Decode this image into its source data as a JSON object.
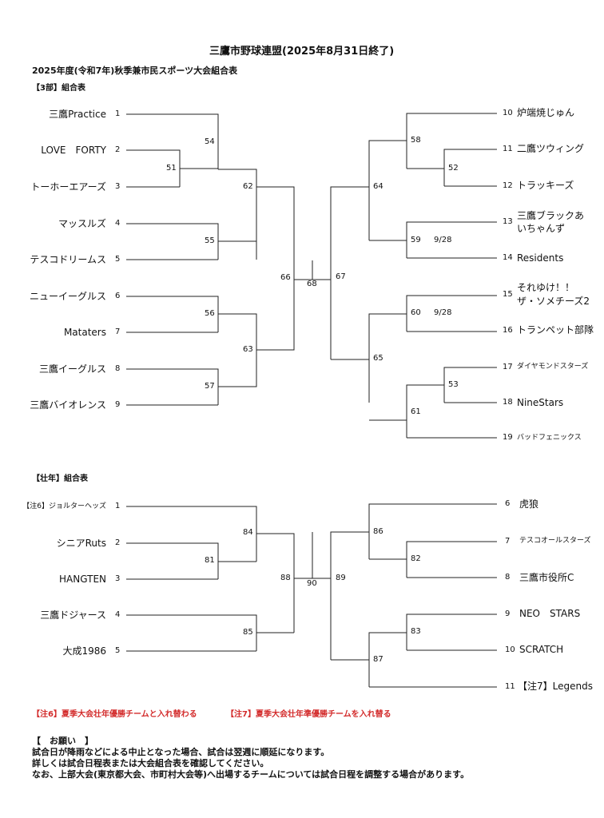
{
  "header": {
    "title": "三鷹市野球連盟(2025年8月31日終了)",
    "subtitle": "2025年度(令和7年)秋季兼市民スポーツ大会組合表"
  },
  "div3": {
    "section": "【3部】組合表",
    "left": [
      {
        "no": "1",
        "name": "三鷹Practice"
      },
      {
        "no": "2",
        "name": "LOVE　FORTY"
      },
      {
        "no": "3",
        "name": "トーホーエアーズ"
      },
      {
        "no": "4",
        "name": "マッスルズ"
      },
      {
        "no": "5",
        "name": "テスコドリームス"
      },
      {
        "no": "6",
        "name": "ニューイーグルス"
      },
      {
        "no": "7",
        "name": "Mataters"
      },
      {
        "no": "8",
        "name": "三鷹イーグルス"
      },
      {
        "no": "9",
        "name": "三鷹バイオレンス"
      }
    ],
    "right": [
      {
        "no": "10",
        "name": "炉端焼じゅん"
      },
      {
        "no": "11",
        "name": "二鷹ツウィング"
      },
      {
        "no": "12",
        "name": "トラッキーズ"
      },
      {
        "no": "13",
        "name": "三鷹ブラックあ",
        "name2": "いちゃんず"
      },
      {
        "no": "14",
        "name": "Residents"
      },
      {
        "no": "15",
        "name": "それゆけ！！",
        "name2": "ザ・ソメチーズ2"
      },
      {
        "no": "16",
        "name": "トランペット部隊"
      },
      {
        "no": "17",
        "name": "ダイヤモンドスターズ"
      },
      {
        "no": "18",
        "name": "NineStars"
      },
      {
        "no": "19",
        "name": "バッドフェニックス"
      }
    ],
    "matches": {
      "m51": "51",
      "m52": "52",
      "m53": "53",
      "m54": "54",
      "m55": "55",
      "m56": "56",
      "m57": "57",
      "m58": "58",
      "m59": "59",
      "m60": "60",
      "m61": "61",
      "m62": "62",
      "m63": "63",
      "m64": "64",
      "m65": "65",
      "m66": "66",
      "m67": "67",
      "m68": "68"
    },
    "dates": {
      "m59": "9/28",
      "m60": "9/28"
    }
  },
  "masters": {
    "section": "【壮年】組合表",
    "left": [
      {
        "no": "1",
        "name": "【注6】ジョルターヘッズ"
      },
      {
        "no": "2",
        "name": "シニアRuts"
      },
      {
        "no": "3",
        "name": "HANGTEN"
      },
      {
        "no": "4",
        "name": "三鷹ドジャース"
      },
      {
        "no": "5",
        "name": "大成1986"
      }
    ],
    "right": [
      {
        "no": "6",
        "name": "虎狼"
      },
      {
        "no": "7",
        "name": "テスコオールスターズ"
      },
      {
        "no": "8",
        "name": "三鷹市役所C"
      },
      {
        "no": "9",
        "name": "NEO　STARS"
      },
      {
        "no": "10",
        "name": "SCRATCH"
      },
      {
        "no": "11",
        "name": "【注7】Legends"
      }
    ],
    "matches": {
      "m81": "81",
      "m82": "82",
      "m83": "83",
      "m84": "84",
      "m85": "85",
      "m86": "86",
      "m87": "87",
      "m88": "88",
      "m89": "89",
      "m90": "90"
    }
  },
  "notes": {
    "note6": "【注6】夏季大会壮年優勝チームと入れ替わる",
    "note7": "【注7】夏季大会壮年準優勝チームを入れ替る"
  },
  "request": {
    "heading": "【　お願い　】",
    "line1": "試合日が降雨などによる中止となった場合、試合は翌週に順延になります。",
    "line2": "詳しくは試合日程表または大会組合表を確認してください。",
    "line3": "なお、上部大会(東京都大会、市町村大会等)へ出場するチームについては試合日程を調整する場合があります。"
  },
  "colors": {
    "line": "#222222",
    "note_red": "#d32b2b"
  }
}
